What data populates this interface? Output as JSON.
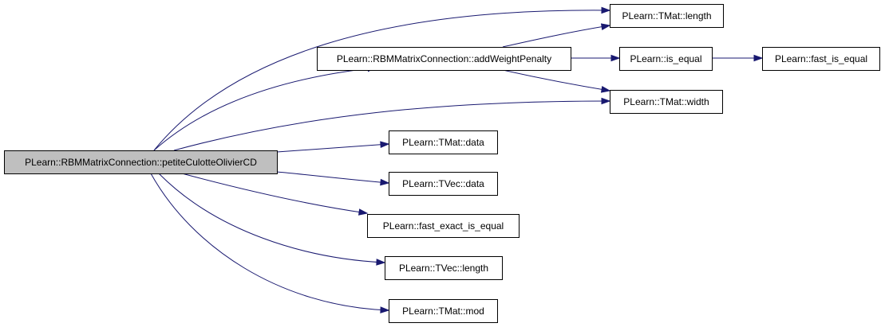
{
  "graph": {
    "root": {
      "id": "root",
      "label": "PLearn::RBMMatrixConnection::petiteCulotteOlivierCD"
    },
    "nodes": [
      {
        "id": "tmat-length",
        "label": "PLearn::TMat::length"
      },
      {
        "id": "add-weight-penalty",
        "label": "PLearn::RBMMatrixConnection::addWeightPenalty"
      },
      {
        "id": "is-equal",
        "label": "PLearn::is_equal"
      },
      {
        "id": "fast-is-equal",
        "label": "PLearn::fast_is_equal"
      },
      {
        "id": "tmat-width",
        "label": "PLearn::TMat::width"
      },
      {
        "id": "tmat-data",
        "label": "PLearn::TMat::data"
      },
      {
        "id": "tvec-data",
        "label": "PLearn::TVec::data"
      },
      {
        "id": "fast-exact-is-equal",
        "label": "PLearn::fast_exact_is_equal"
      },
      {
        "id": "tvec-length",
        "label": "PLearn::TVec::length"
      },
      {
        "id": "tmat-mod",
        "label": "PLearn::TMat::mod"
      }
    ],
    "edges": [
      {
        "from": "root",
        "to": "tmat-length"
      },
      {
        "from": "root",
        "to": "add-weight-penalty"
      },
      {
        "from": "root",
        "to": "tmat-width"
      },
      {
        "from": "root",
        "to": "tmat-data"
      },
      {
        "from": "root",
        "to": "tvec-data"
      },
      {
        "from": "root",
        "to": "fast-exact-is-equal"
      },
      {
        "from": "root",
        "to": "tvec-length"
      },
      {
        "from": "root",
        "to": "tmat-mod"
      },
      {
        "from": "add-weight-penalty",
        "to": "tmat-length"
      },
      {
        "from": "add-weight-penalty",
        "to": "is-equal"
      },
      {
        "from": "add-weight-penalty",
        "to": "tmat-width"
      },
      {
        "from": "is-equal",
        "to": "fast-is-equal"
      }
    ],
    "colors": {
      "edge": "#191970",
      "root_fill": "#bfbfbf",
      "node_fill": "#ffffff",
      "node_border": "#000000"
    }
  }
}
